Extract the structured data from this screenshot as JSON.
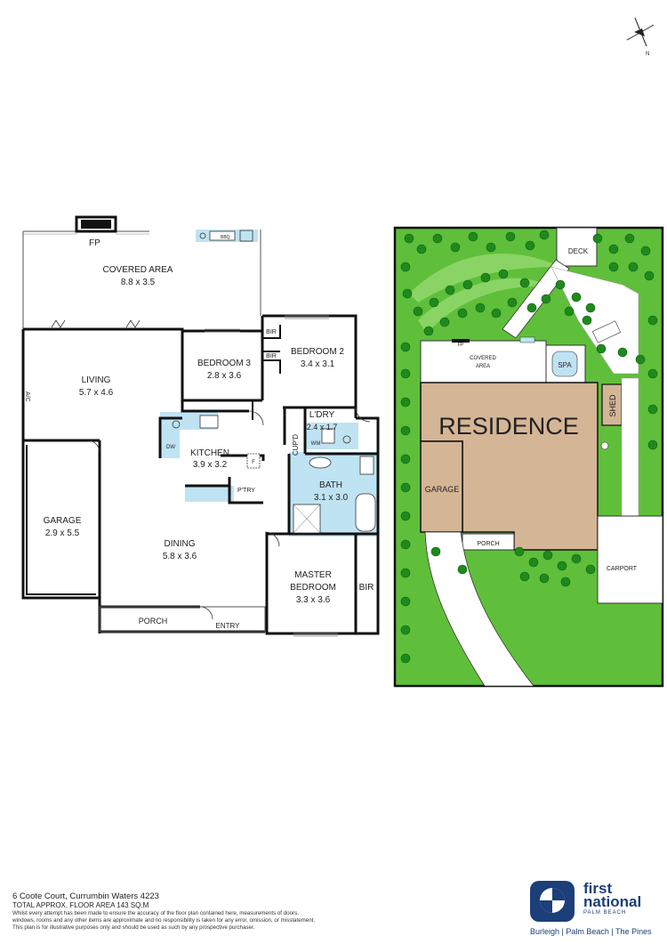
{
  "compass": {
    "north_label": "N"
  },
  "floorplan": {
    "fp": "FP",
    "bbq": "BBQ",
    "covered_area": {
      "name": "COVERED AREA",
      "dims": "8.8 x 3.5"
    },
    "living": {
      "name": "LIVING",
      "dims": "5.7 x 4.6"
    },
    "ac": "A/C",
    "bedroom3": {
      "name": "BEDROOM 3",
      "dims": "2.8 x 3.6"
    },
    "bedroom2": {
      "name": "BEDROOM 2",
      "dims": "3.4 x 3.1"
    },
    "bir": "BIR",
    "kitchen": {
      "name": "KITCHEN",
      "dims": "3.9 x 3.2"
    },
    "dw": "DW",
    "f": "F",
    "pantry": "P'TRY",
    "laundry": {
      "name": "L'DRY",
      "dims": "2.4 x 1.7"
    },
    "wm": "WM",
    "cupboard": "CUP'D",
    "bath": {
      "name": "BATH",
      "dims": "3.1 x 3.0"
    },
    "garage": {
      "name": "GARAGE",
      "dims": "2.9 x 5.5"
    },
    "dining": {
      "name": "DINING",
      "dims": "5.8 x 3.6"
    },
    "master": {
      "name1": "MASTER",
      "name2": "BEDROOM",
      "dims": "3.3 x 3.6"
    },
    "porch": "PORCH",
    "entry": "ENTRY"
  },
  "siteplan": {
    "deck": "DECK",
    "fp": "FP",
    "covered_area": "COVERED AREA",
    "spa": "SPA",
    "residence": "RESIDENCE",
    "shed": "SHED",
    "garage": "GARAGE",
    "porch": "PORCH",
    "carport": "CARPORT"
  },
  "footer": {
    "address": "6 Coote Court, Currumbin Waters 4223",
    "total_area": "TOTAL APPROX. FLOOR AREA 143 SQ.M",
    "disclaimer_1": "Whilst every attempt has been made to ensure the accuracy of the floor plan contained here, measurements of doors,",
    "disclaimer_2": "windows, rooms and any other items are approximate and no responsibility is taken for any error, omission, or misstatement.",
    "disclaimer_3": "This plan is for illustrative purposes only and should be used as such by any prospective purchaser."
  },
  "brand": {
    "name_line1": "first",
    "name_line2": "national",
    "sub": "PALM BEACH",
    "offices": "Burleigh | Palm Beach | The Pines",
    "colors": {
      "primary": "#1c3f7a",
      "grass": "#5fbf3a",
      "residence": "#d4b595",
      "water": "#bfe3f3"
    }
  }
}
